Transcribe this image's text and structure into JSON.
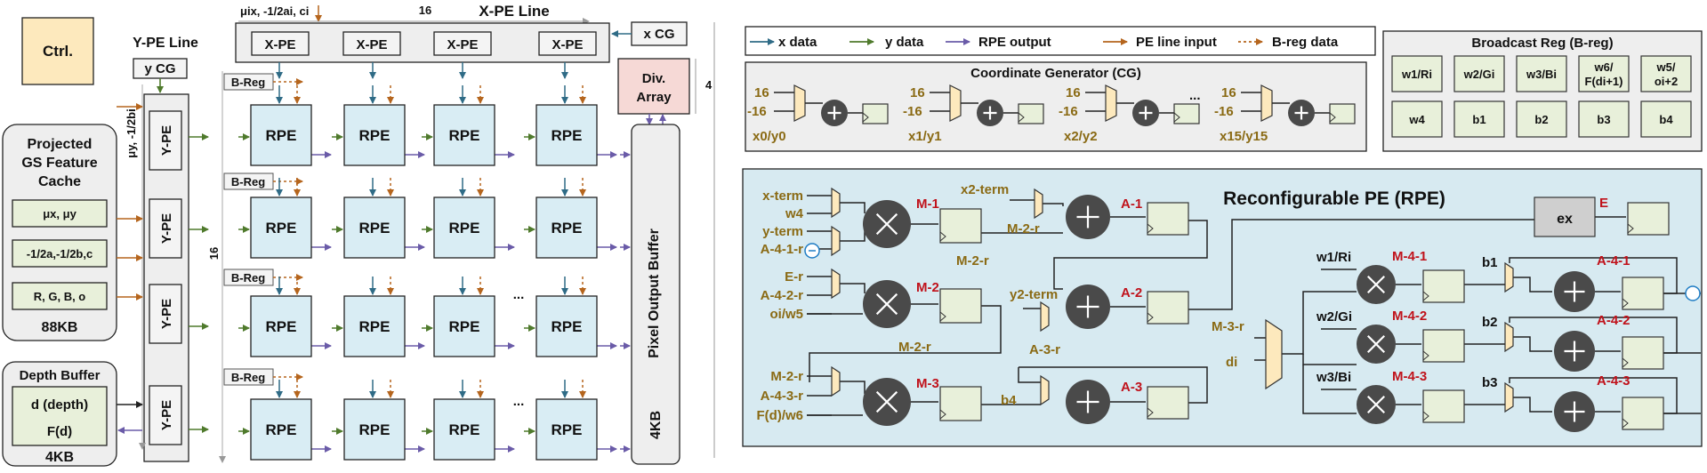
{
  "colors": {
    "x_data": "#2f6b86",
    "y_data": "#4f7a2c",
    "rpe_output": "#6a5ba8",
    "pe_line_input": "#b5651d",
    "breg_data": "#b5651d",
    "rpe_fill": "#d9edf4",
    "ctrl_fill": "#fde9bd",
    "div_fill": "#f6d9d6",
    "light_green": "#e8f0da",
    "gray_panel": "#eeeeee",
    "rpe_panel": "#d7eaf1",
    "label_gold": "#8a6a14",
    "label_red": "#c0121b",
    "mult_dark": "#4a4a4a"
  },
  "left": {
    "ctrl": "Ctrl.",
    "ype_line_title": "Y-PE Line",
    "y_cg": "y CG",
    "ype_input_a": "μy, -1/2bi",
    "ype": "Y-PE",
    "gs_cache": {
      "title_1": "Projected",
      "title_2": "GS Feature",
      "title_3": "Cache",
      "item_mu": "μx, μy",
      "item_abc": "-1/2a,-1/2b,c",
      "item_rgbo": "R, G, B, o",
      "size": "88KB"
    },
    "depth": {
      "title": "Depth Buffer",
      "item_d": "d (depth)",
      "item_f": "F(d)",
      "size": "4KB"
    },
    "xpe_line_title": "X-PE Line",
    "xpe_width": "16",
    "xpe_input": "μix, -1/2ai, ci",
    "xpe": "X-PE",
    "x_cg": "x CG",
    "rows_16": "16",
    "breg": "B-Reg",
    "rpe": "RPE",
    "ellipsis": "...",
    "div_array_1": "Div.",
    "div_array_2": "Array",
    "div_width": "4",
    "pixel_buffer": "Pixel Output Buffer",
    "pixel_buffer_size": "4KB"
  },
  "legend": {
    "x_data": "x data",
    "y_data": "y data",
    "rpe_output": "RPE output",
    "pe_line_input": "PE line input",
    "breg_data": "B-reg data"
  },
  "cg": {
    "title": "Coordinate Generator (CG)",
    "in_pos": "16",
    "in_neg": "-16",
    "outputs": [
      "x0/y0",
      "x1/y1",
      "x2/y2",
      "x15/y15"
    ],
    "ellipsis": "..."
  },
  "breg_panel": {
    "title": "Broadcast Reg (B-reg)",
    "cells": [
      "w1/Ri",
      "w2/Gi",
      "w3/Bi",
      "w6/ F(di+1)",
      "w5/ oi+2",
      "w4",
      "b1",
      "b2",
      "b3",
      "b4"
    ]
  },
  "rpe_detail": {
    "title": "Reconfigurable PE (RPE)",
    "inputs_m1": [
      "x-term",
      "w4",
      "y-term",
      "A-4-1-r"
    ],
    "inputs_m2": [
      "E-r",
      "A-4-2-r",
      "oi/w5"
    ],
    "inputs_m3": [
      "M-2-r",
      "A-4-3-r",
      "F(d)/w6"
    ],
    "x2_term": "x2-term",
    "y2_term": "y2-term",
    "m2r_a": "M-2-r",
    "m2r_b": "M-2-r",
    "m2r_c": "M-2-r",
    "a3r": "A-3-r",
    "b4": "b4",
    "m3r": "M-3-r",
    "di": "di",
    "ex": "ex",
    "units": [
      "M-1",
      "M-2",
      "M-3",
      "A-1",
      "A-2",
      "A-3",
      "E"
    ],
    "color_rows": [
      {
        "in": "w1/Ri",
        "m": "M-4-1",
        "b": "b1",
        "a": "A-4-1"
      },
      {
        "in": "w2/Gi",
        "m": "M-4-2",
        "b": "b2",
        "a": "A-4-2"
      },
      {
        "in": "w3/Bi",
        "m": "M-4-3",
        "b": "b3",
        "a": "A-4-3"
      }
    ]
  }
}
